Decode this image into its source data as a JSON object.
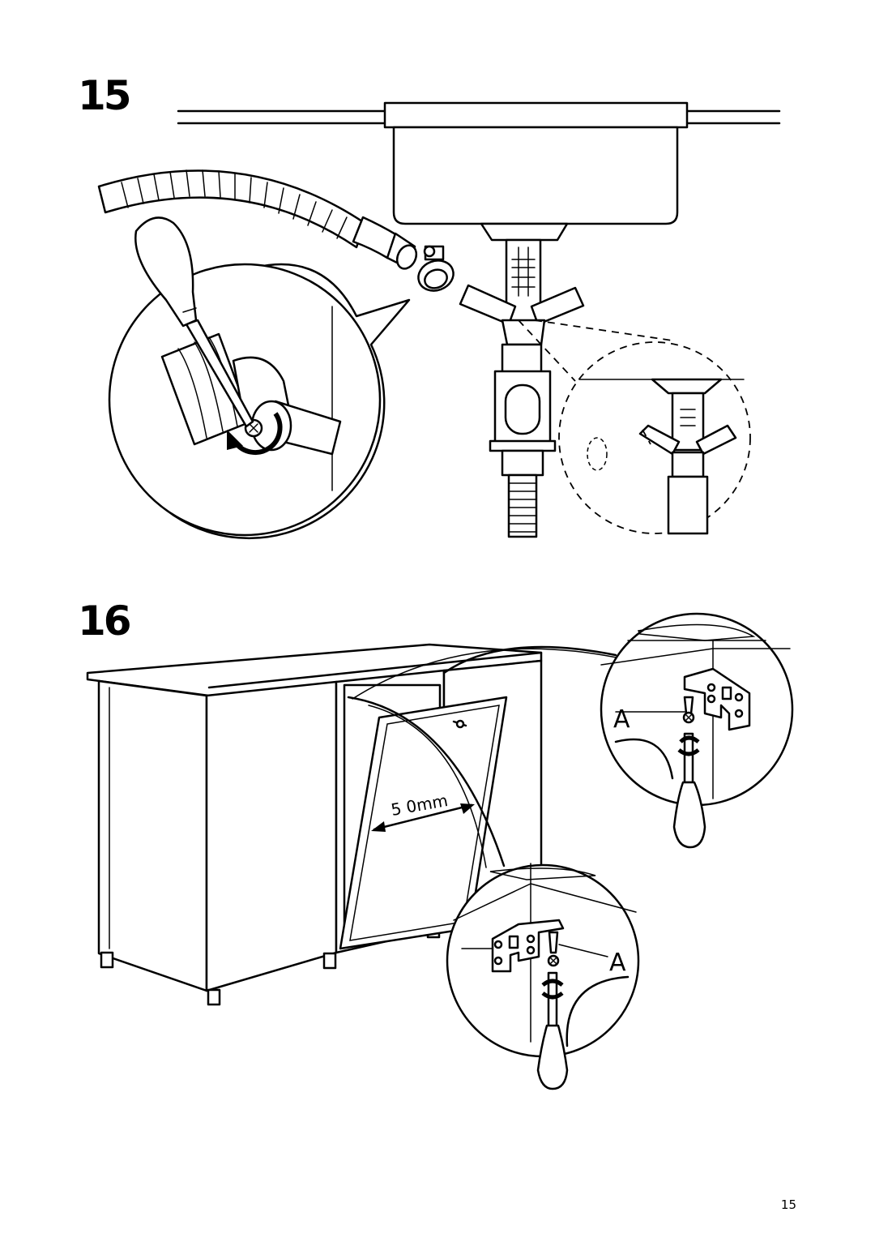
{
  "steps": [
    {
      "number": "15",
      "description": "Attach drain hose to sink drain with hose clamp and tighten screw"
    },
    {
      "number": "16",
      "description": "Fix dishwasher to underside of worktop with brackets A"
    }
  ],
  "labels": {
    "bracket_a": "A",
    "gap": "5 0mm"
  },
  "page_number": "15",
  "icons": [
    "screwdriver-icon",
    "rotate-arrow-icon",
    "hose-clamp-icon",
    "screw-icon",
    "mounting-bracket-icon"
  ]
}
